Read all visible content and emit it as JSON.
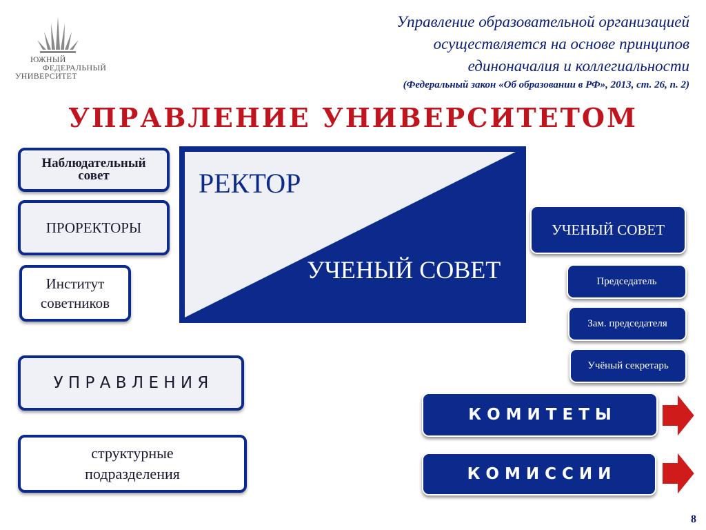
{
  "logo": {
    "line1": "ЮЖНЫЙ",
    "line2": "ФЕДЕРАЛЬНЫЙ",
    "line3": "УНИВЕРСИТЕТ"
  },
  "header": {
    "line1": "Управление образовательной организацией",
    "line2": "осуществляется на основе принципов",
    "line3": "единоначалия и коллегиальности",
    "law": "(Федеральный закон «Об образовании в РФ», 2013, ст. 26, п. 2)"
  },
  "title": "УПРАВЛЕНИЕ УНИВЕРСИТЕТОМ",
  "left": {
    "supervisory_line1": "Наблюдательный",
    "supervisory_line2": "совет",
    "vice_rectors": "ПРОРЕКТОРЫ",
    "advisors_line1": "Институт",
    "advisors_line2": "советников",
    "departments": "У П Р А В Л Е Н И Я",
    "units_line1": "структурные",
    "units_line2": "подразделения"
  },
  "center": {
    "rector": "РЕКТОР",
    "council": "УЧЕНЫЙ СОВЕТ"
  },
  "right": {
    "council": "УЧЕНЫЙ СОВЕТ",
    "chairman": "Председатель",
    "deputy": "Зам. председателя",
    "secretary": "Учёный секретарь",
    "committees": "К О М И Т Е Т Ы",
    "commissions": "К О М И С С И И"
  },
  "page_number": "8",
  "colors": {
    "navy": "#0b2a8c",
    "title_red": "#c0151f",
    "arrow_red": "#d01b1b"
  }
}
